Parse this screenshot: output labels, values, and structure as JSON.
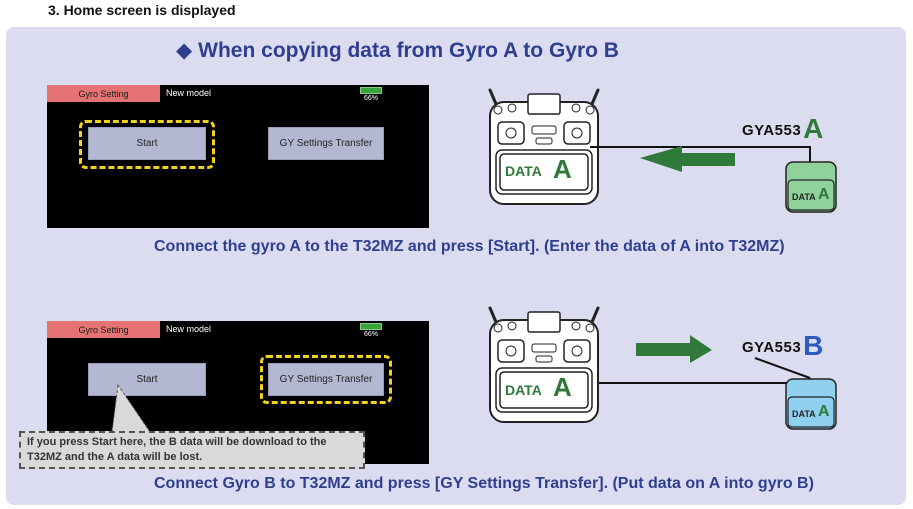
{
  "step_heading": "3.  Home screen is displayed",
  "section_title": "When copying data from Gyro A to Gyro B",
  "screen1": {
    "tab_label": "Gyro Setting",
    "model_name": "New model",
    "battery_percent": "66%",
    "start_label": "Start",
    "transfer_label": "GY Settings Transfer"
  },
  "caption1": "Connect the gyro A to the T32MZ and press [Start]. (Enter the data of A into T32MZ)",
  "screen2": {
    "tab_label": "Gyro Setting",
    "model_name": "New model",
    "battery_percent": "66%",
    "start_label": "Start",
    "transfer_label": "GY Settings Transfer"
  },
  "warning": {
    "line1": "If you press Start here, the B data will be download to the",
    "line2": "T32MZ and the A data will be lost."
  },
  "caption2": "Connect Gyro B to T32MZ and press [GY Settings Transfer]. (Put data on A into gyro B)",
  "transmitter": {
    "data_label": "DATA",
    "data_letter": "A"
  },
  "gyro_a": {
    "model": "GYA553",
    "letter": "A",
    "data_label": "DATA",
    "data_letter": "A",
    "color": "#8fd39a"
  },
  "gyro_b": {
    "model": "GYA553",
    "letter": "B",
    "data_label": "DATA",
    "data_letter": "A",
    "color": "#8fd0f0"
  },
  "arrow_color": "#2f7a3a"
}
